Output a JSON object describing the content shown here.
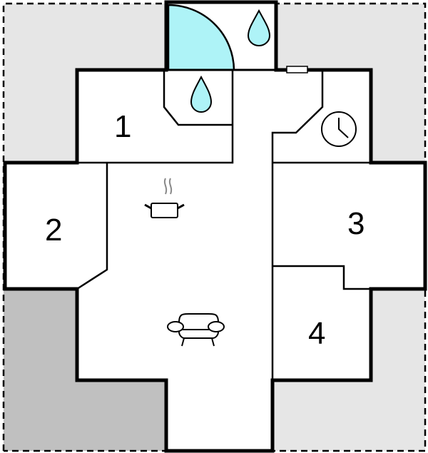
{
  "floorplan": {
    "type": "floor plan",
    "rooms": [
      {
        "id": "1",
        "label": "1"
      },
      {
        "id": "2",
        "label": "2"
      },
      {
        "id": "3",
        "label": "3"
      },
      {
        "id": "4",
        "label": "4"
      }
    ],
    "icons": [
      {
        "name": "shower-icon",
        "room": "bathroom-top"
      },
      {
        "name": "water-drop-icon",
        "room": "bathroom-top"
      },
      {
        "name": "water-drop-icon",
        "room": "bathroom-inner"
      },
      {
        "name": "clock-icon",
        "room": "utility"
      },
      {
        "name": "cooking-pot-icon",
        "room": "kitchen"
      },
      {
        "name": "sofa-icon",
        "room": "living-room"
      }
    ],
    "colors": {
      "wall": "#000000",
      "outdoor_light": "#e6e6e6",
      "outdoor_dark": "#c0c0c0",
      "water": "#aef3f7",
      "floor": "#ffffff"
    }
  }
}
